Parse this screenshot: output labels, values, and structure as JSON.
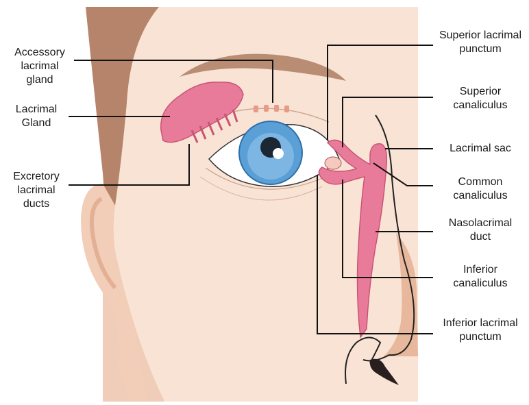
{
  "labels": {
    "accessory_lacrimal_gland": [
      "Accessory",
      "lacrimal",
      "gland"
    ],
    "lacrimal_gland": [
      "Lacrimal",
      "Gland"
    ],
    "excretory_lacrimal_ducts": [
      "Excretory",
      "lacrimal",
      "ducts"
    ],
    "superior_lacrimal_punctum": [
      "Superior lacrimal",
      "punctum"
    ],
    "superior_canaliculus": [
      "Superior",
      "canaliculus"
    ],
    "lacrimal_sac": [
      "Lacrimal sac"
    ],
    "common_canaliculus": [
      "Common",
      "canaliculus"
    ],
    "nasolacrimal_duct": [
      "Nasolacrimal",
      "duct"
    ],
    "inferior_canaliculus": [
      "Inferior",
      "canaliculus"
    ],
    "inferior_lacrimal_punctum": [
      "Inferior lacrimal",
      "punctum"
    ]
  },
  "colors": {
    "skin": "#f8e3d5",
    "skin_shadow": "#efcdb8",
    "hair": "#b6846a",
    "brow": "#b98d74",
    "gland": "#e97b9a",
    "gland_dark": "#c95474",
    "iris": "#5a9fd6",
    "iris_dark": "#2f6fa8",
    "pupil": "#1b2733",
    "sclera": "#ffffff",
    "nose_shadow": "#e8b89c"
  }
}
